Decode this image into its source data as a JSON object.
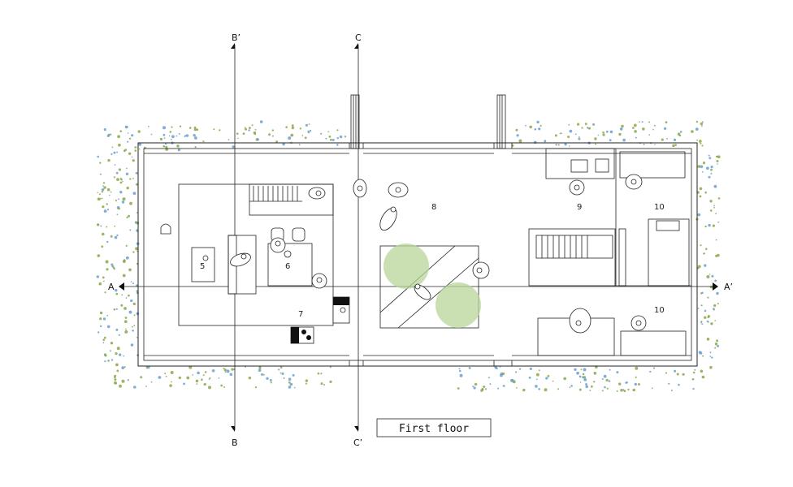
{
  "title": "First floor",
  "rooms": [
    {
      "id": "room-5",
      "label": "5"
    },
    {
      "id": "room-6",
      "label": "6"
    },
    {
      "id": "room-7",
      "label": "7"
    },
    {
      "id": "room-8",
      "label": "8"
    },
    {
      "id": "room-9",
      "label": "9"
    },
    {
      "id": "room-10-top",
      "label": "10"
    },
    {
      "id": "room-10-bottom",
      "label": "10"
    }
  ],
  "section_markers": {
    "a_left": "A",
    "a_right": "A’",
    "b_top": "B’",
    "b_bottom": "B",
    "c_top": "C",
    "c_bottom": "C’"
  },
  "colors": {
    "line": "#222222",
    "vegetation_green": "#8aa84a",
    "vegetation_blue": "#6aa0d0",
    "tree_green": "#a8c878"
  }
}
